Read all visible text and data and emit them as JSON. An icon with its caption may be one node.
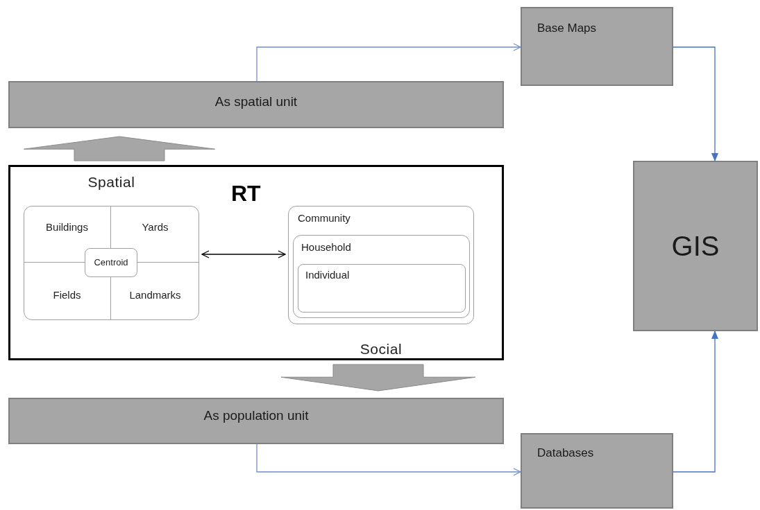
{
  "diagram": {
    "nodes": [
      {
        "text": [
          "As spatial unit"
        ]
      },
      {
        "text": [
          "Base Maps"
        ]
      },
      {
        "text": [
          "RT"
        ]
      },
      {
        "text": [
          "Spatial"
        ],
        "in": 2
      },
      {
        "text": [
          "Buildings"
        ],
        "in": 3
      },
      {
        "text": [
          "Yards"
        ],
        "in": 3
      },
      {
        "text": [
          "Fields"
        ],
        "in": 3
      },
      {
        "text": [
          "Landmarks"
        ],
        "in": 3
      },
      {
        "text": [
          "Centroid"
        ],
        "in": 3
      },
      {
        "text": [
          "Community",
          "Social"
        ],
        "in": 2
      },
      {
        "text": [
          "Household"
        ],
        "in": 9
      },
      {
        "text": [
          "Individual"
        ],
        "in": 10
      },
      {
        "text": [
          "As population unit"
        ]
      },
      {
        "text": [
          "Databases"
        ]
      },
      {
        "text": [
          "GIS"
        ]
      }
    ],
    "edges": [
      {
        "from": 2,
        "to": 0,
        "arrow": "to",
        "style": "thick",
        "color": "#a6a6a6"
      },
      {
        "from": 0,
        "to": 1,
        "arrow": "to"
      },
      {
        "from": 1,
        "to": 14,
        "arrow": "to"
      },
      {
        "from": 3,
        "to": 9,
        "arrow": "both",
        "color": "#000000"
      },
      {
        "from": 2,
        "to": 12,
        "arrow": "to",
        "style": "thick",
        "color": "#a6a6a6"
      },
      {
        "from": 12,
        "to": 13,
        "arrow": "to"
      },
      {
        "from": 13,
        "to": 14,
        "arrow": "to"
      }
    ]
  }
}
